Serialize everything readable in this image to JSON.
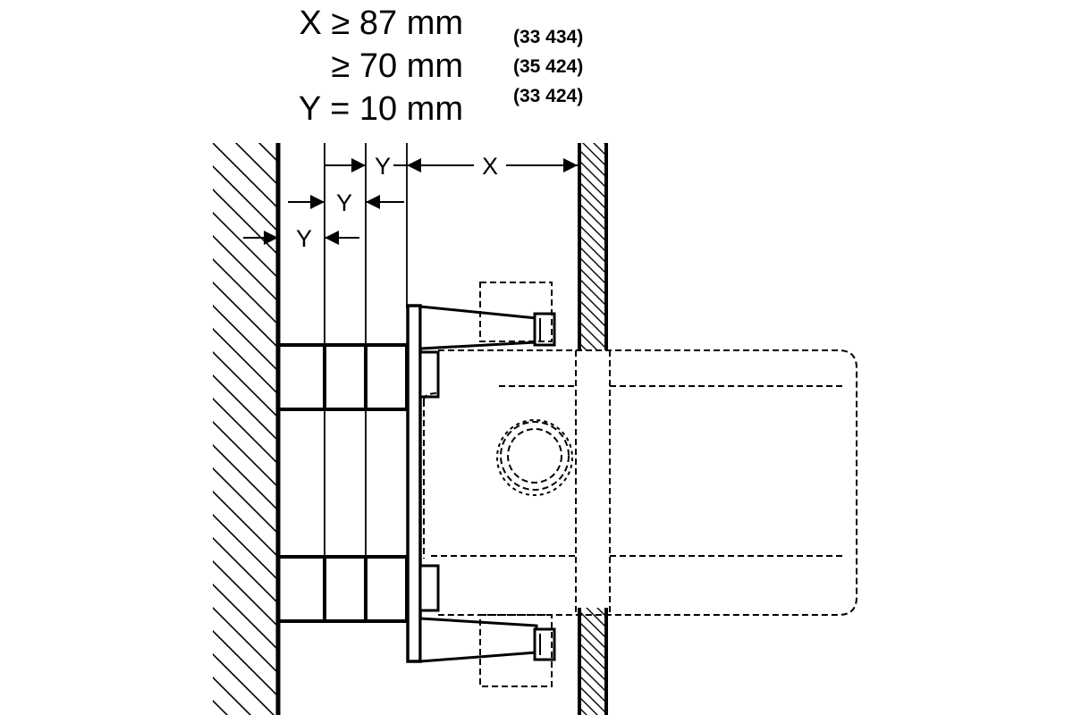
{
  "specs": {
    "x_min": "X ≥ 87 mm",
    "x_min_alt": "≥ 70 mm",
    "y_value": "Y = 10 mm",
    "note_1": "(33 434)",
    "note_2": "(35 424)",
    "note_3": "(33 424)"
  },
  "dimensions": {
    "y_label": "Y",
    "x_label": "X"
  },
  "colors": {
    "line": "#000000",
    "background": "#ffffff"
  }
}
